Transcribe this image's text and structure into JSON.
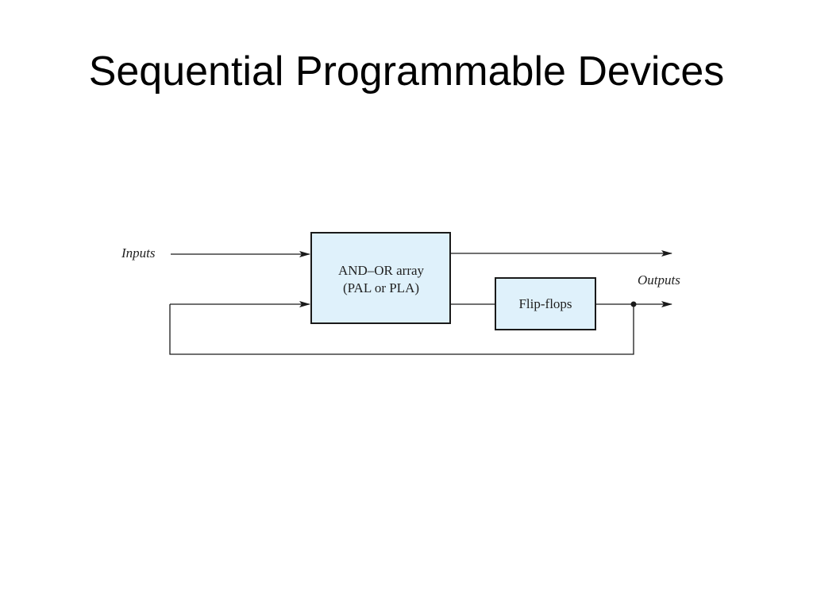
{
  "slide": {
    "title": "Sequential Programmable Devices"
  },
  "diagram": {
    "inputs_label": "Inputs",
    "outputs_label": "Outputs",
    "and_or_block": {
      "line1": "AND–OR array",
      "line2": "(PAL or PLA)"
    },
    "flipflop_block": {
      "label": "Flip-flops"
    },
    "colors": {
      "block_fill": "#dff1fb",
      "stroke": "#1a1a1a"
    }
  }
}
